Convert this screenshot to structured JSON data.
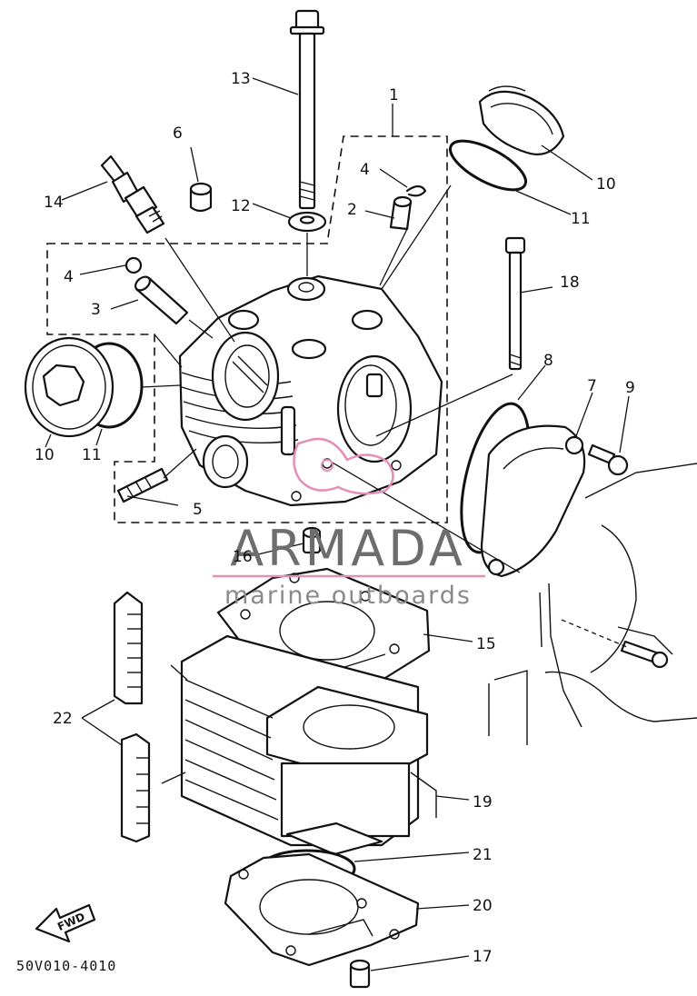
{
  "drawing_code": "50V010-4010",
  "watermark": {
    "brand": "ARMADA",
    "tagline": "marine outboards"
  },
  "direction_arrow": {
    "label": "FWD"
  },
  "callouts": [
    "1",
    "2",
    "3",
    "4",
    "4",
    "5",
    "6",
    "7",
    "8",
    "9",
    "10",
    "10",
    "11",
    "11",
    "12",
    "13",
    "14",
    "15",
    "16",
    "16",
    "17",
    "18",
    "19",
    "20",
    "21",
    "22"
  ]
}
